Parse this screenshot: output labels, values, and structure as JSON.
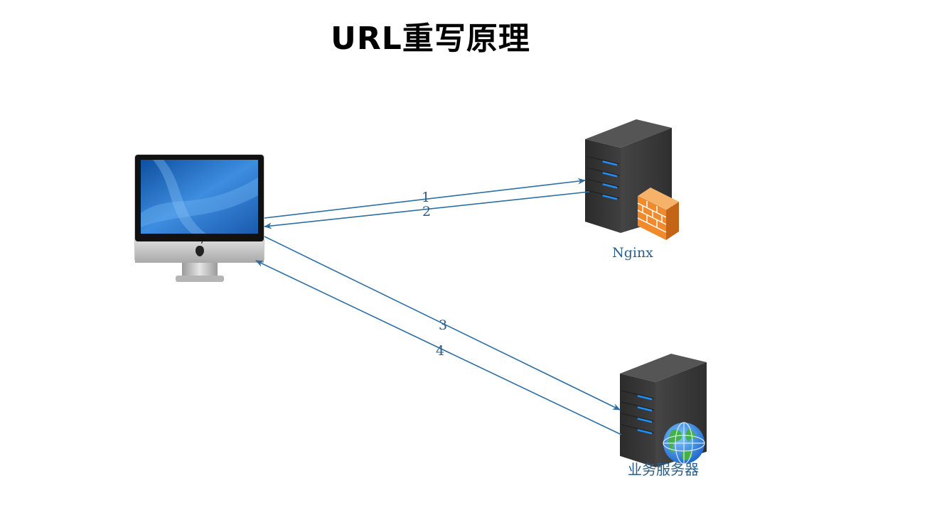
{
  "title": "URL重写原理",
  "nodes": {
    "client": {
      "icon": "imac-computer-icon"
    },
    "nginx": {
      "label": "Nginx",
      "icon": "server-firewall-icon"
    },
    "app": {
      "label": "业务服务器",
      "icon": "server-globe-icon"
    }
  },
  "edges": [
    {
      "label": "1",
      "from": "client",
      "to": "nginx"
    },
    {
      "label": "2",
      "from": "nginx",
      "to": "client"
    },
    {
      "label": "3",
      "from": "client",
      "to": "app"
    },
    {
      "label": "4",
      "from": "app",
      "to": "client"
    }
  ],
  "colors": {
    "edge": "#2e6fa3",
    "label": "#2a5f8a",
    "server_body": "#3a3a3a",
    "server_led": "#1e90ff",
    "firewall": "#f08a2c"
  }
}
